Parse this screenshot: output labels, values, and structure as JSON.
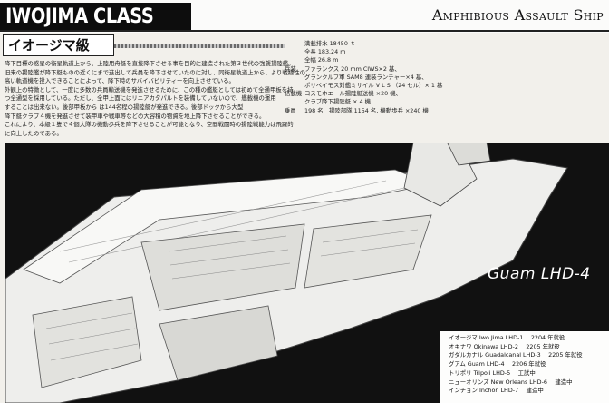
{
  "header": {
    "class_title": "IWOJIMA CLASS",
    "subtitle": "Amphibious Assault Ship"
  },
  "section": {
    "heading": "イオージマ級"
  },
  "body_lines": [
    "降下目標の惑星の衛星軌道上から、上陸用舟艇を直接降下させる事を目的に建造された第３世代の強襲揚陸艦。",
    "旧来の揚陸艦が降下艇ものの近くにまで進出して兵員を降下させていたのに対し、同衛星軌道上から、より戦線性の",
    "高い軌道機を投入できることによって、降下時のサバイバビリティーを向上させている。",
    "外観上の特徴として、一度に多数の兵員輸送機を発進させるために、この種の艦艇としては初めて全通甲板を持",
    "つ全通型を採用している。ただし、全甲上面にはリニアカタパルトを装備していないので、艦載機の運用",
    "することは出来ない。後部甲板から は144名程の揚陸艇が発進できる。後部ドックから大型",
    "降下艇クラブ４機を発進させて装甲車や戦車等などの大容積の物資を地上降下させることができる。",
    "これにより、本級１隻で４個大隊の機動歩兵を降下させることが可能となり、空間戦闘時の揚陸戦能力は飛躍的",
    "に向上したのである。"
  ],
  "specs": {
    "rows": [
      {
        "label": "",
        "value": "満載排水 18450 ｔ"
      },
      {
        "label": "",
        "value": "全長 183.24 m"
      },
      {
        "label": "",
        "value": "全幅 26.8 m"
      },
      {
        "label": "兵装",
        "value": "ファランクス 20 mm CIWS×2 基、"
      },
      {
        "label": "",
        "value": "グランクルフ軍 SAM8 連装ランチャー×4 基、"
      },
      {
        "label": "",
        "value": "ポリペイモス対艦ミサイル V L S （24 セル）× 1 基"
      },
      {
        "label": "搭載機",
        "value": "コスモホエール揚陸艇送機 ×20 機、"
      },
      {
        "label": "",
        "value": "クラブ降下揚陸艇 × 4 機"
      },
      {
        "label": "乗員",
        "value": "198 名　揚陸部隊 1154 名, 機動歩兵 ×240 機"
      }
    ]
  },
  "illustration": {
    "ship_label": "Guam LHD-4"
  },
  "ships_list": [
    "イオージマ Iwo Jima  LHD-1　 2204 年就役",
    "オキナワ Okinawa LHD-2　 2205 年就役",
    "ガダルカナル Guadalcanal LHD-3　 2205 年就役",
    "グアム Guam LHD-4　 2206 年就役",
    "トリポリ Tripoli LHD-5　 工試中",
    "ニューオリンズ New Orleans LHD-6　 建造中",
    "インチョン Inchon LHD-7　 建造中"
  ]
}
